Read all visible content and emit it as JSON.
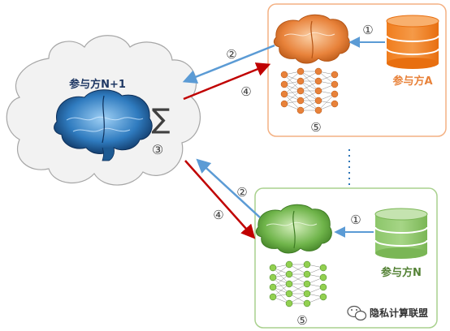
{
  "nodes": {
    "server": {
      "label": "参与方N+1",
      "sum_symbol": "∑",
      "step": "③"
    },
    "party_a": {
      "label": "参与方A",
      "step_data": "①",
      "step_model": "⑤"
    },
    "party_n": {
      "label": "参与方N",
      "step_data": "①",
      "step_model": "⑤"
    }
  },
  "arrows": {
    "upload_top": "②",
    "download_top": "④",
    "upload_bottom": "②",
    "download_bottom": "④"
  },
  "watermark": {
    "text": "隐私计算联盟"
  },
  "colors": {
    "orange": "#e8823a",
    "green": "#6fb44a",
    "blue": "#5b9bd5",
    "red": "#c00000",
    "cloud_fill": "#f2f2f2"
  }
}
